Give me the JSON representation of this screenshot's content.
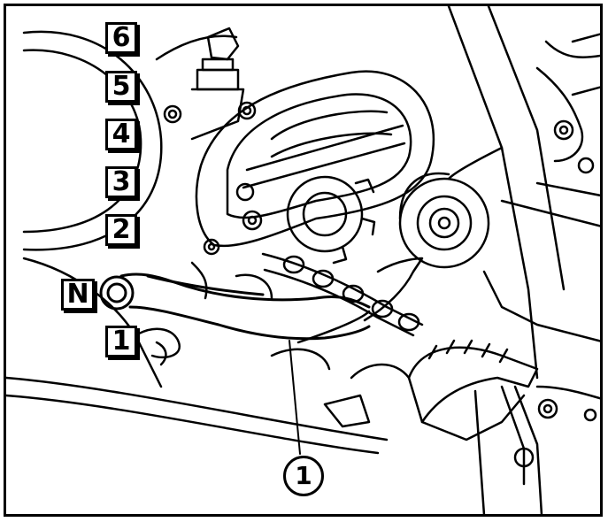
{
  "gear_labels": [
    "6",
    "5",
    "4",
    "3",
    "2",
    "N",
    "1"
  ],
  "callout": {
    "number": "1"
  },
  "colors": {
    "ink": "#000000",
    "paper": "#ffffff"
  }
}
